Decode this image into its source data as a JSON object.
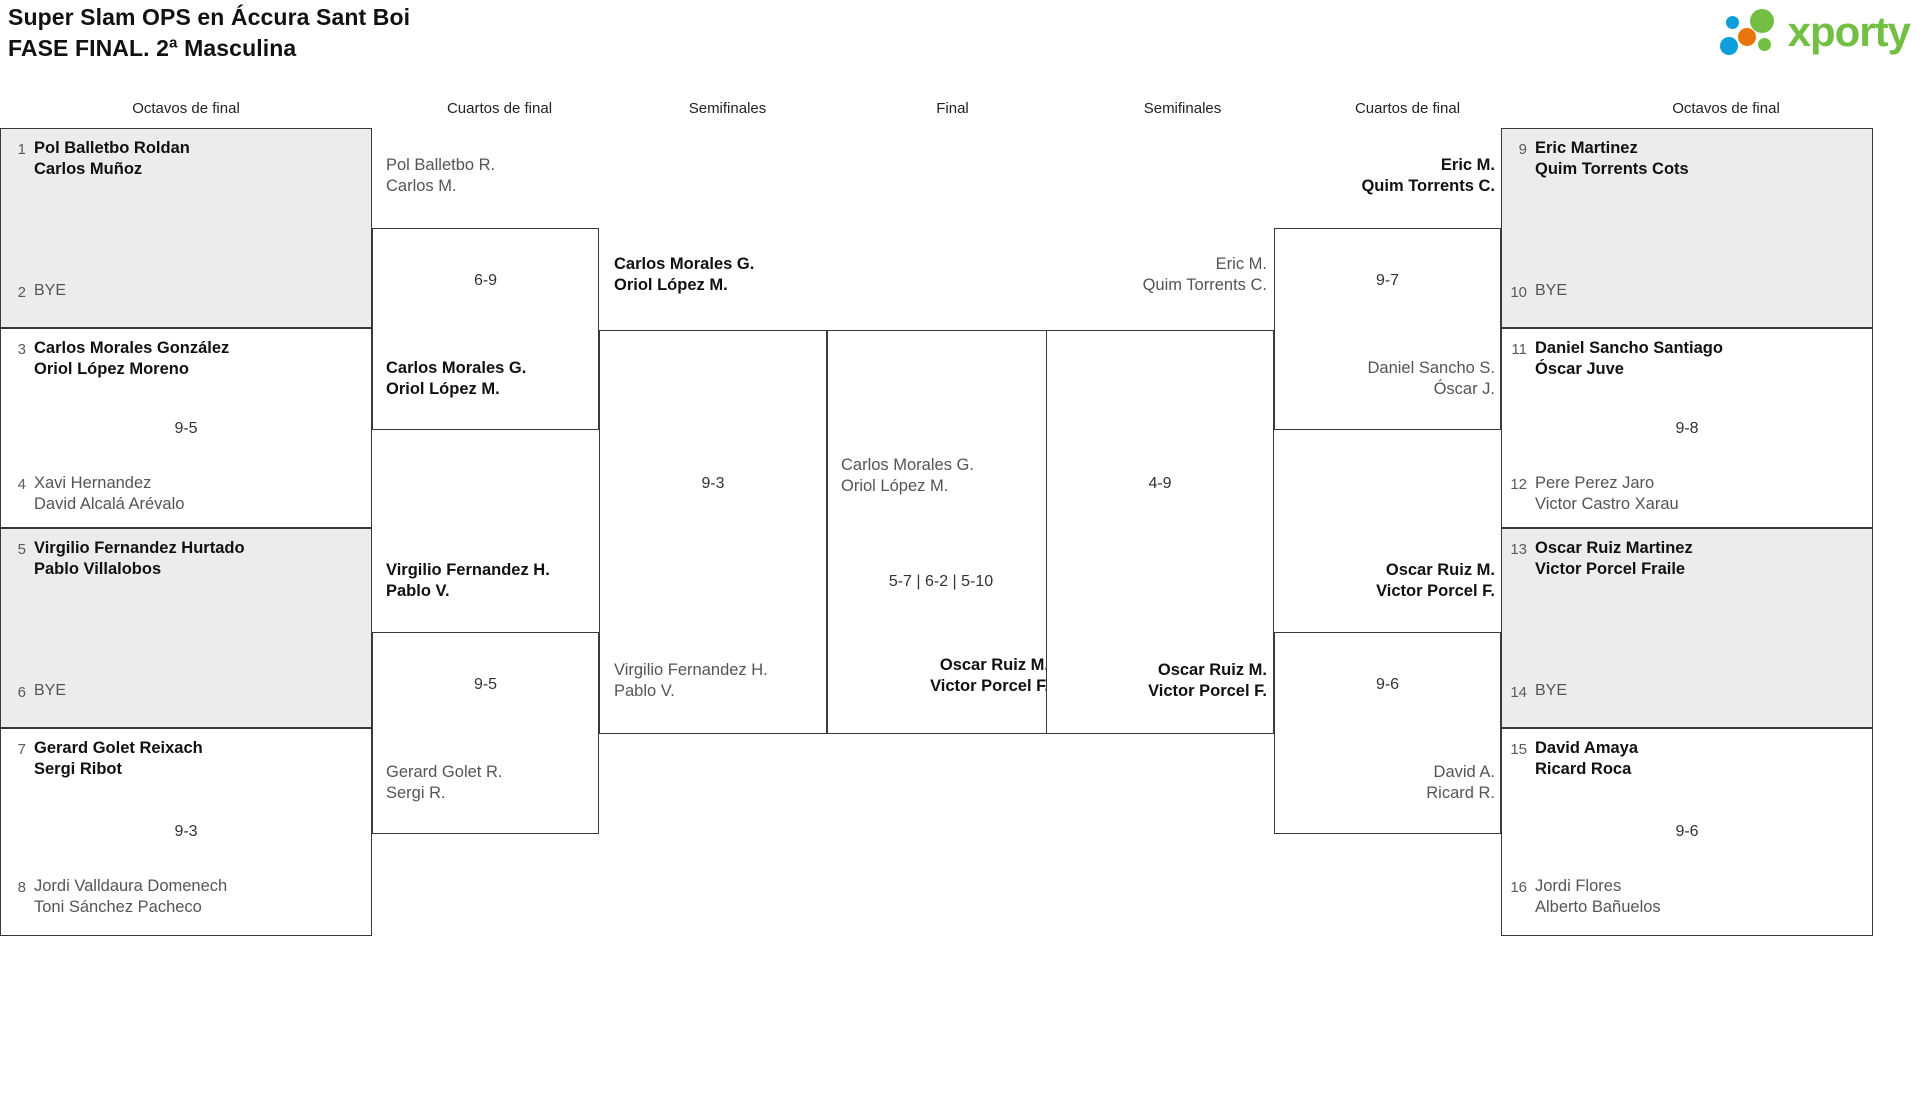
{
  "header": {
    "title_line1": "Super Slam OPS en Áccura Sant Boi",
    "title_line2": "FASE FINAL. 2ª Masculina",
    "logo_text": "xporty",
    "logo_colors": {
      "green": "#72bf44",
      "orange": "#e8740c",
      "blue": "#0c9fdb"
    }
  },
  "round_headers": {
    "octavos_left": "Octavos de final",
    "cuartos_left": "Cuartos de final",
    "semis_left": "Semifinales",
    "final": "Final",
    "semis_right": "Semifinales",
    "cuartos_right": "Cuartos de final",
    "octavos_right": "Octavos de final"
  },
  "chart_data": {
    "type": "bracket",
    "title": "Super Slam OPS en Áccura Sant Boi — FASE FINAL. 2ª Masculina",
    "bye_label": "BYE",
    "left_half": {
      "octavos": [
        {
          "seed": "1",
          "p1": "Pol Balletbo Roldan",
          "p2": "Carlos Muñoz",
          "winner": true
        },
        {
          "seed": "2",
          "p1": "BYE",
          "p2": "",
          "winner": false
        },
        {
          "seed": "3",
          "p1": "Carlos Morales González",
          "p2": "Oriol López Moreno",
          "winner": true
        },
        {
          "seed": "4",
          "p1": "Xavi Hernandez",
          "p2": "David Alcalá Arévalo",
          "winner": false
        },
        {
          "seed": "5",
          "p1": "Virgilio Fernandez Hurtado",
          "p2": "Pablo Villalobos",
          "winner": true
        },
        {
          "seed": "6",
          "p1": "BYE",
          "p2": "",
          "winner": false
        },
        {
          "seed": "7",
          "p1": "Gerard Golet Reixach",
          "p2": "Sergi Ribot",
          "winner": true
        },
        {
          "seed": "8",
          "p1": "Jordi Valldaura Domenech",
          "p2": "Toni Sánchez Pacheco",
          "winner": false
        }
      ],
      "octavos_scores": [
        "",
        "9-5",
        "",
        "9-3"
      ],
      "cuartos": [
        {
          "p1": "Pol Balletbo R.",
          "p2": "Carlos M.",
          "winner": false
        },
        {
          "p1": "Carlos Morales G.",
          "p2": "Oriol López M.",
          "winner": true
        },
        {
          "p1": "Virgilio Fernandez H.",
          "p2": "Pablo V.",
          "winner": true
        },
        {
          "p1": "Gerard Golet R.",
          "p2": "Sergi R.",
          "winner": false
        }
      ],
      "cuartos_scores": [
        "6-9",
        "9-5"
      ],
      "semis": [
        {
          "p1": "Carlos Morales G.",
          "p2": "Oriol López M.",
          "winner": true
        },
        {
          "p1": "Virgilio Fernandez H.",
          "p2": "Pablo V.",
          "winner": false
        }
      ],
      "semis_score": "9-3"
    },
    "right_half": {
      "octavos": [
        {
          "seed": "9",
          "p1": "Eric Martinez",
          "p2": "Quim Torrents Cots",
          "winner": true
        },
        {
          "seed": "10",
          "p1": "BYE",
          "p2": "",
          "winner": false
        },
        {
          "seed": "11",
          "p1": "Daniel Sancho Santiago",
          "p2": "Óscar Juve",
          "winner": true
        },
        {
          "seed": "12",
          "p1": "Pere Perez Jaro",
          "p2": "Victor Castro Xarau",
          "winner": false
        },
        {
          "seed": "13",
          "p1": "Oscar Ruiz Martinez",
          "p2": "Victor Porcel Fraile",
          "winner": true
        },
        {
          "seed": "14",
          "p1": "BYE",
          "p2": "",
          "winner": false
        },
        {
          "seed": "15",
          "p1": "David Amaya",
          "p2": "Ricard Roca",
          "winner": true
        },
        {
          "seed": "16",
          "p1": "Jordi Flores",
          "p2": "Alberto Bañuelos",
          "winner": false
        }
      ],
      "octavos_scores": [
        "",
        "9-8",
        "",
        "9-6"
      ],
      "cuartos": [
        {
          "p1": "Eric M.",
          "p2": "Quim Torrents C.",
          "winner": true
        },
        {
          "p1": "Daniel Sancho S.",
          "p2": "Óscar J.",
          "winner": false
        },
        {
          "p1": "Oscar Ruiz M.",
          "p2": "Victor Porcel F.",
          "winner": true
        },
        {
          "p1": "David A.",
          "p2": "Ricard R.",
          "winner": false
        }
      ],
      "cuartos_scores": [
        "9-7",
        "9-6"
      ],
      "semis": [
        {
          "p1": "Eric M.",
          "p2": "Quim Torrents C.",
          "winner": false
        },
        {
          "p1": "Oscar Ruiz M.",
          "p2": "Victor Porcel F.",
          "winner": true
        }
      ],
      "semis_score": "4-9"
    },
    "final": {
      "left_entrant": {
        "p1": "Carlos Morales G.",
        "p2": "Oriol López M.",
        "winner": false
      },
      "right_entrant": {
        "p1": "Oscar Ruiz M.",
        "p2": "Victor Porcel F.",
        "winner": true
      },
      "score": "5-7 | 6-2 | 5-10"
    }
  }
}
